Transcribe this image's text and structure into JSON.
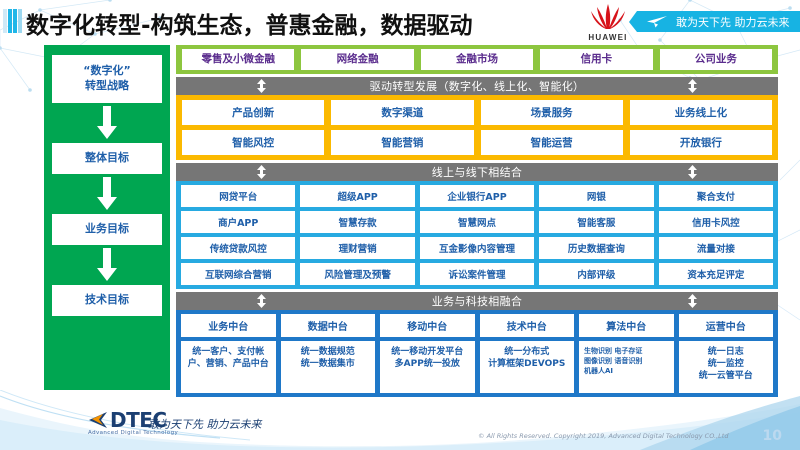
{
  "header": {
    "title": "数字化转型-构筑生态，普惠金融，数据驱动",
    "brand": "HUAWEI",
    "banner_text": "敢为天下先 助力云未来",
    "accent_color": "#1fb6e8",
    "banner_color": "#17b3e3"
  },
  "sidebar": {
    "bg_color": "#00a651",
    "items": [
      {
        "label": "“数字化”\n转型战略"
      },
      {
        "label": "整体目标"
      },
      {
        "label": "业务目标"
      },
      {
        "label": "技术目标"
      }
    ]
  },
  "business_units": {
    "bg_color": "#8dc63f",
    "items": [
      "零售及小微金融",
      "网络金融",
      "金融市场",
      "信用卡",
      "公司业务"
    ]
  },
  "section_drive": {
    "header": "驱动转型发展（数字化、线上化、智能化）",
    "bg_color": "#fbb900",
    "rows": [
      [
        "产品创新",
        "数字渠道",
        "场景服务",
        "业务线上化"
      ],
      [
        "智能风控",
        "智能营销",
        "智能运营",
        "开放银行"
      ]
    ]
  },
  "section_online": {
    "header": "线上与线下相结合",
    "bg_color": "#27aae1",
    "rows": [
      [
        "网贷平台",
        "超级APP",
        "企业银行APP",
        "网银",
        "聚合支付"
      ],
      [
        "商户APP",
        "智慧存款",
        "智慧网点",
        "智能客服",
        "信用卡风控"
      ],
      [
        "传统贷款风控",
        "理财营销",
        "互金影像内容管理",
        "历史数据查询",
        "流量对接"
      ],
      [
        "互联网综合营销",
        "风险管理及预警",
        "诉讼案件管理",
        "内部评级",
        "资本充足评定"
      ]
    ]
  },
  "section_midplatform": {
    "header": "业务与科技相融合",
    "bg_color": "#1f78c8",
    "columns": [
      {
        "title": "业务中台",
        "detail": "统一客户、支付帐户、营销、产品中台",
        "small": false
      },
      {
        "title": "数据中台",
        "detail": "统一数据规范\n统一数据集市",
        "small": false
      },
      {
        "title": "移动中台",
        "detail": "统一移动开发平台\n多APP统一投放",
        "small": false
      },
      {
        "title": "技术中台",
        "detail": "统一分布式\n计算框架DEVOPS",
        "small": false
      },
      {
        "title": "算法中台",
        "detail": "生物识别 电子存证\n图像识别 语音识别\n机器人AI",
        "small": true
      },
      {
        "title": "运营中台",
        "detail": "统一日志\n统一监控\n统一云管平台",
        "small": false
      }
    ]
  },
  "footer": {
    "logo_text": "DTEC",
    "logo_sub": "Advanced Digital Technology",
    "tagline": "敢为天下先   助力云未来",
    "copyright": "© All Rights Reserved. Copyright 2019, Advanced Digital Technology CO.,Ltd",
    "page_number": "10"
  }
}
